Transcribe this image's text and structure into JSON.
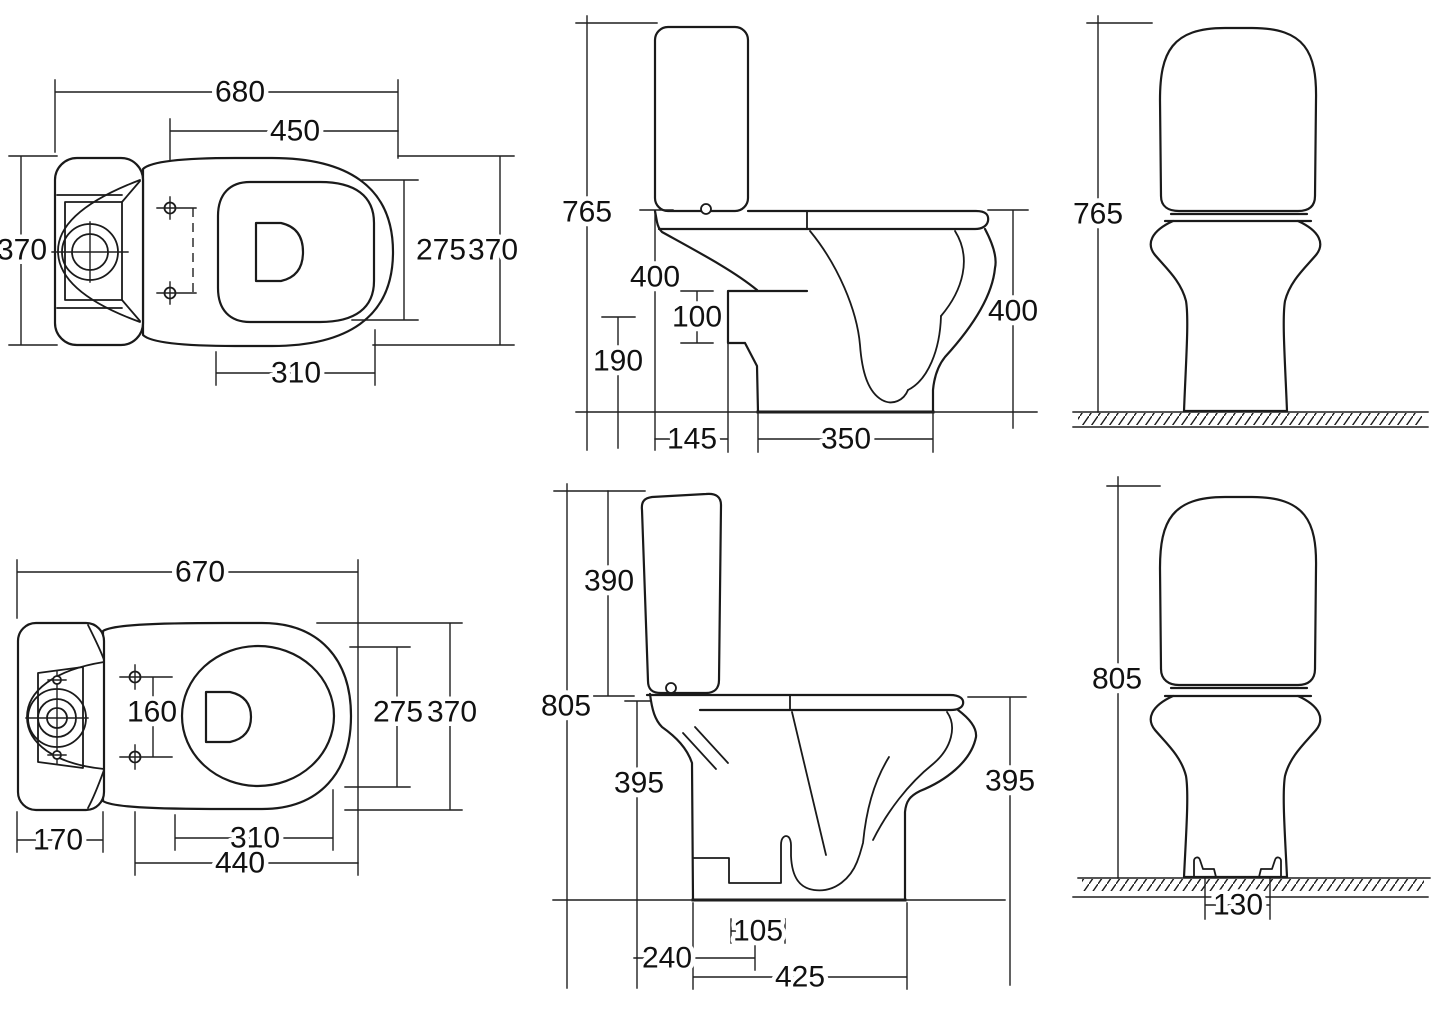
{
  "drawing": {
    "title": "toilet-technical-dimension-drawing",
    "units": "mm",
    "model_a": {
      "top_view": {
        "overall_length": "680",
        "seat_depth": "450",
        "width_left": "370",
        "bowl_inner_width": "275",
        "width_right": "370",
        "bowl_inner_depth": "310"
      },
      "side_view": {
        "total_height": "765",
        "bowl_height_left": "400",
        "outlet_center_height": "190",
        "outlet_diameter": "100",
        "bowl_height_right": "400",
        "outlet_setback": "145",
        "base_depth": "350"
      },
      "front_view": {
        "total_height": "765"
      }
    },
    "model_b": {
      "top_view": {
        "overall_length": "670",
        "fixing_hole_spacing": "160",
        "bowl_inner_width": "275",
        "width_right": "370",
        "cistern_depth": "170",
        "bowl_inner_depth": "310",
        "seat_depth": "440"
      },
      "side_view": {
        "cistern_height": "390",
        "total_height": "805",
        "bowl_height_left": "395",
        "bowl_height_right": "395",
        "outlet_width": "105",
        "outlet_setback": "240",
        "base_depth": "425"
      },
      "front_view": {
        "total_height": "805",
        "foot_spacing": "130"
      }
    }
  }
}
